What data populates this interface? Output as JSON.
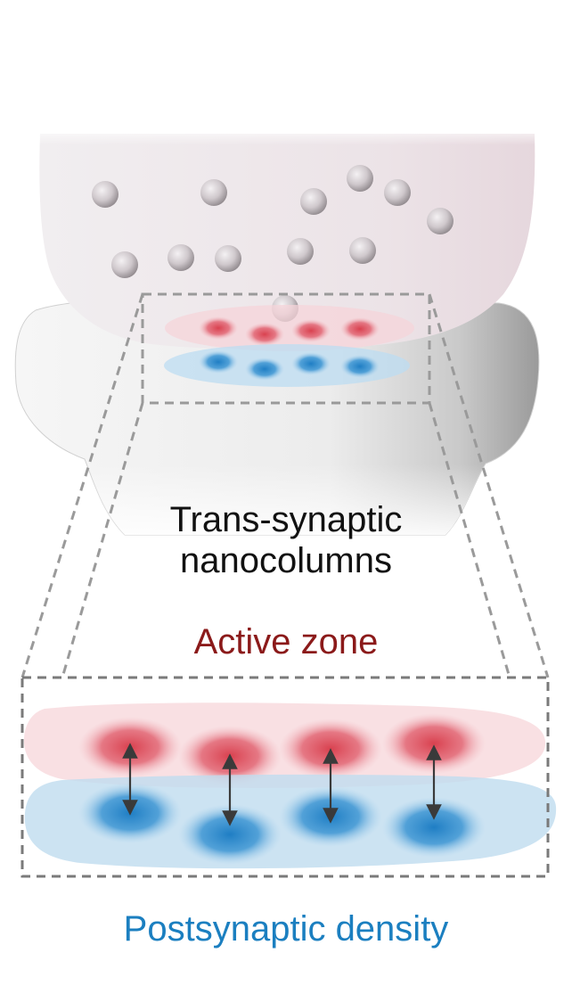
{
  "title": {
    "line1": "Trans-synaptic",
    "line2": "nanocolumns"
  },
  "labels": {
    "active_zone": "Active zone",
    "postsynaptic_density": "Postsynaptic density"
  },
  "colors": {
    "active_zone": "#8b1a1a",
    "postsynaptic_density": "#1b7fc0",
    "presynaptic_cluster": "#e0525f",
    "postsynaptic_cluster": "#2b8ed0",
    "vesicle": "#9a9599",
    "dashed_outline": "#8f8f8f"
  },
  "icons": {
    "arrow": "double-headed-arrow",
    "vesicle": "synaptic-vesicle"
  }
}
